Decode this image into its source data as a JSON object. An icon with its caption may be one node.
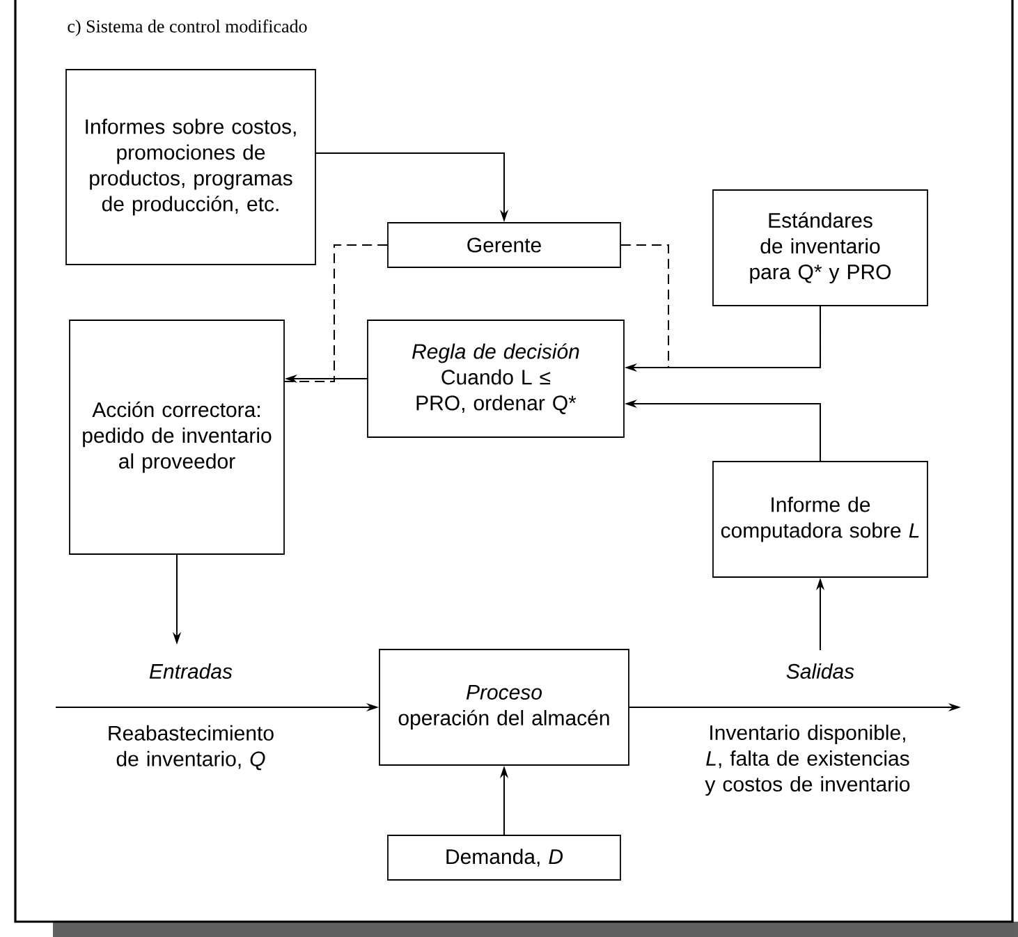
{
  "diagram": {
    "title": "c) Sistema de control modificado",
    "nodes": [
      {
        "text": [
          "Informes sobre costos, promociones de productos, programas de producción, etc."
        ]
      },
      {
        "text": [
          "Gerente"
        ]
      },
      {
        "text": [
          "Estándares de inventario para Q* y PRO"
        ]
      },
      {
        "text": [
          "Acción correctora: pedido de inventario al proveedor"
        ]
      },
      {
        "text": [
          "Regla de decisión",
          "Cuando L ≤ PRO, ordenar Q*"
        ]
      },
      {
        "text": [
          "Informe de computadora sobre *L*"
        ]
      },
      {
        "text": [
          "Proceso",
          "operación del almacén"
        ]
      },
      {
        "text": [
          "Demanda, *D*"
        ]
      }
    ],
    "edges": [
      {
        "from": 0,
        "to": 1,
        "arrow": "to"
      },
      {
        "from": 4,
        "to": 3,
        "arrow": "to"
      },
      {
        "from": 2,
        "to": 4,
        "arrow": "to"
      },
      {
        "from": 5,
        "to": 4,
        "arrow": "to"
      },
      {
        "from": null,
        "to": 5,
        "arrow": "to"
      },
      {
        "from": 3,
        "to": null,
        "arrow": "to"
      },
      {
        "from": null,
        "to": 6,
        "arrow": "to",
        "label": "Entradas"
      },
      {
        "from": 6,
        "to": null,
        "arrow": "to",
        "label": "Salidas"
      },
      {
        "from": 7,
        "to": 6,
        "arrow": "to"
      },
      {
        "from": 1,
        "to": 3,
        "arrow": "none",
        "style": "dashed"
      },
      {
        "from": 1,
        "to": 2,
        "arrow": "none",
        "style": "dashed"
      }
    ],
    "labels": [
      "Reabastecimiento de inventario, *Q*",
      "Inventario disponible, *L*, falta de existencias y costos de inventario"
    ]
  }
}
